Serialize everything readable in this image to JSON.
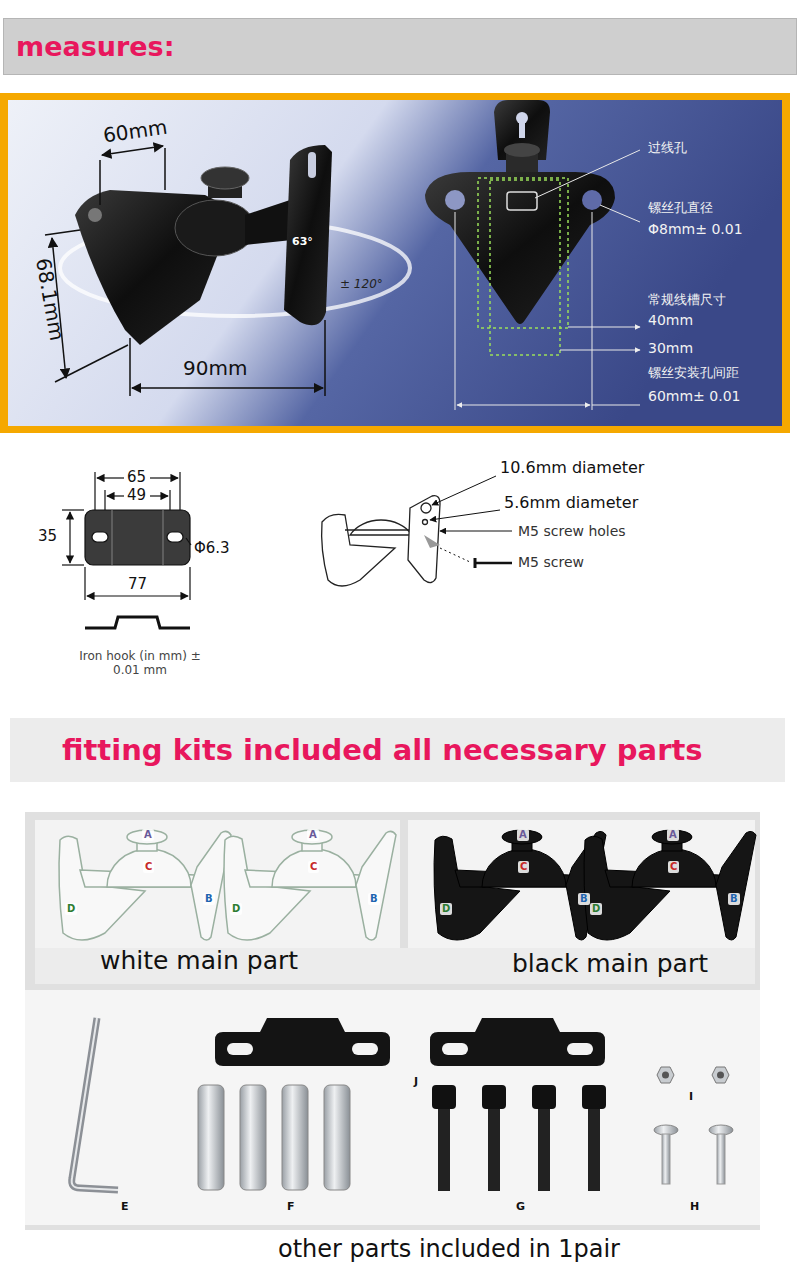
{
  "diagram": {
    "nodes": [
      {
        "text": [
          "measures:"
        ]
      },
      {
        "text": [
          "fitting kits included all necessary parts"
        ]
      }
    ],
    "labels": [
      "60mm",
      "63°",
      "68.1mm",
      "± 120°",
      "90mm",
      "过线孔",
      "镙丝孔直径",
      "Φ8mm± 0.01",
      "常规线槽尺寸",
      "40mm",
      "30mm",
      "镙丝安装孔间距",
      "60mm± 0.01",
      "65",
      "49",
      "35",
      "Φ6.3",
      "77",
      "Iron hook (in mm) ± 0.01 mm",
      "10.6mm diameter",
      "5.6mm diameter",
      "M5 screw holes",
      "M5 screw",
      "A",
      "C",
      "B",
      "D",
      "A",
      "C",
      "B",
      "D",
      "A",
      "C",
      "B",
      "D",
      "A",
      "C",
      "B",
      "D",
      "white main part",
      "black main part",
      "J",
      "E",
      "F",
      "G",
      "H",
      "I",
      "other parts included in 1pair"
    ]
  }
}
